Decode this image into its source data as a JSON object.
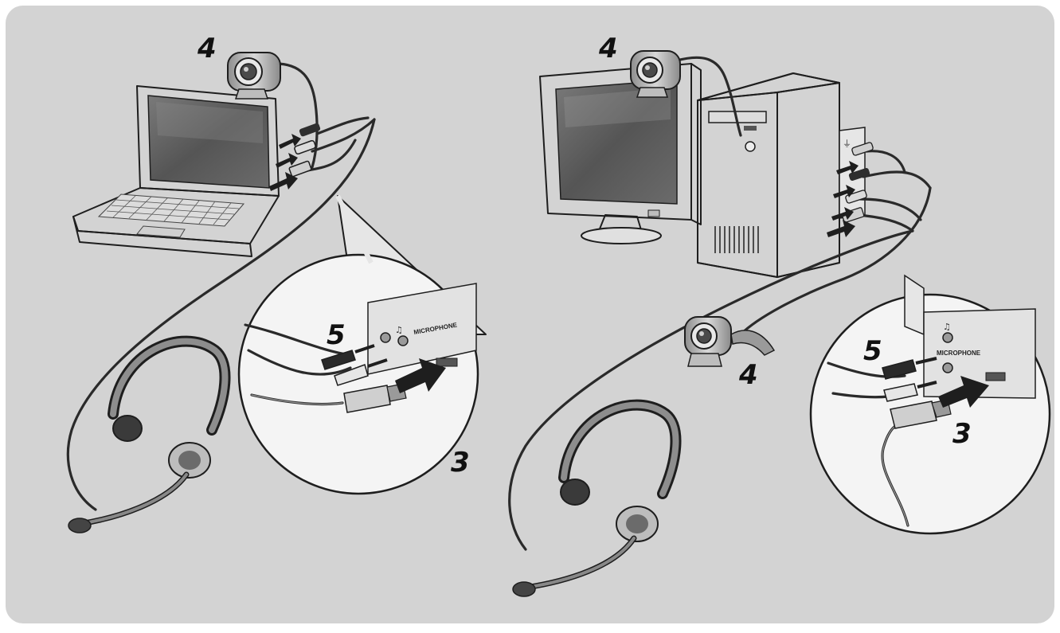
{
  "colors": {
    "background": "#d3d3d3",
    "frame": "#ffffff",
    "ink": "#1e1e1e",
    "metal": "#a9a9a9",
    "screen": "#5f5f5f",
    "light_panel": "#e6e6e6"
  },
  "laptop_setup": {
    "labels": {
      "webcam_step": "4",
      "audio_step": "5",
      "usb_step": "3"
    },
    "ports": {
      "microphone": "MICROPHONE",
      "headphone_icon": "headphone-icon"
    }
  },
  "desktop_setup": {
    "labels": {
      "webcam_step_top": "4",
      "webcam_step_side": "4",
      "audio_step": "5",
      "usb_step": "3"
    },
    "ports": {
      "microphone": "MICROPHONE",
      "headphone_icon": "headphone-icon",
      "usb_icon": "usb-icon"
    }
  }
}
